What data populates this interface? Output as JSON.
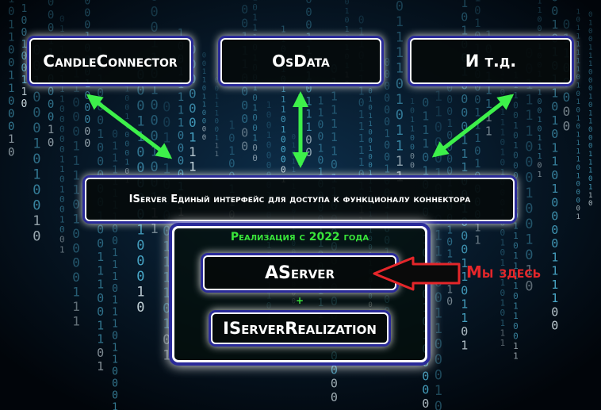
{
  "boxes": {
    "candle_connector": "CandleConnector",
    "os_data": "OsData",
    "etc": "И т.д.",
    "iserver": "IServer Единый интерфейс для доступа к функционалу коннектора"
  },
  "implementation": {
    "title": "Реализация с 2022 года",
    "aserver": "AServer",
    "plus": "+",
    "iserver_realization": "IServerRealization"
  },
  "pointer_label": "Мы здесь",
  "colors": {
    "arrow_green": "#3df04a",
    "pointer_red": "#e4262a",
    "matrix_cyan": "#5fd8ff",
    "frame_blue": "#2a2a9a"
  }
}
